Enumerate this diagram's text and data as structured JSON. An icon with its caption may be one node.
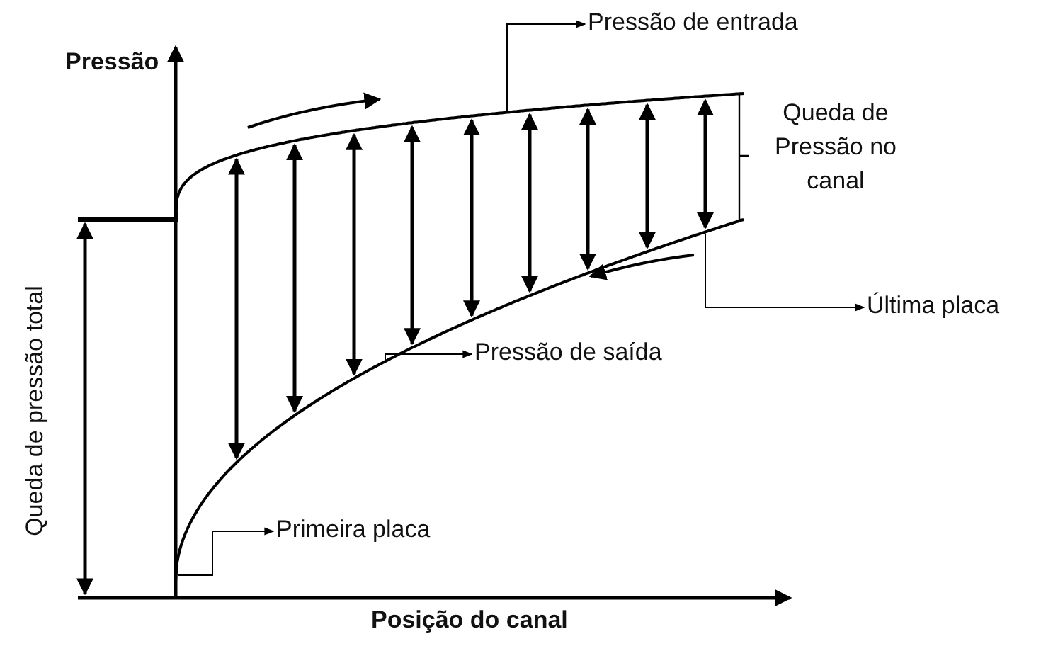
{
  "diagram": {
    "nodes": [
      {
        "text": [
          "Pressão de entrada"
        ]
      },
      {
        "text": [
          "Última placa"
        ]
      },
      {
        "text": [
          "Pressão de saída"
        ]
      },
      {
        "text": [
          "Primeira placa"
        ]
      }
    ],
    "edges": [
      {
        "from": null,
        "to": 0,
        "arrow": "to"
      },
      {
        "from": null,
        "to": 1,
        "arrow": "to"
      },
      {
        "from": null,
        "to": 2,
        "arrow": "to"
      },
      {
        "from": null,
        "to": 3,
        "arrow": "to"
      }
    ],
    "labels": [
      "Pressão",
      "Queda de Pressão no canal",
      "Queda de pressão total",
      "Posição do canal"
    ]
  }
}
